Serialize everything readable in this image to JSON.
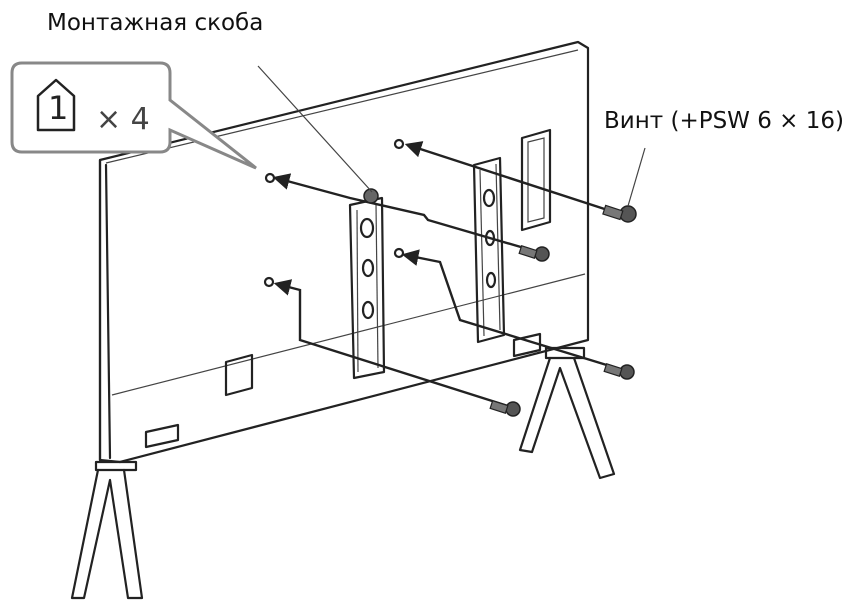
{
  "labels": {
    "bracket": "Монтажная скоба",
    "screw": "Винт (+PSW 6 × 16)",
    "quantity_number": "1",
    "quantity_multiplier": "× 4"
  },
  "icons": {
    "part_marker": "house-pentagon-icon",
    "screw": "screw-icon",
    "hole": "mount-hole-icon"
  },
  "colors": {
    "ink": "#222222",
    "screw_fill": "#555555"
  }
}
